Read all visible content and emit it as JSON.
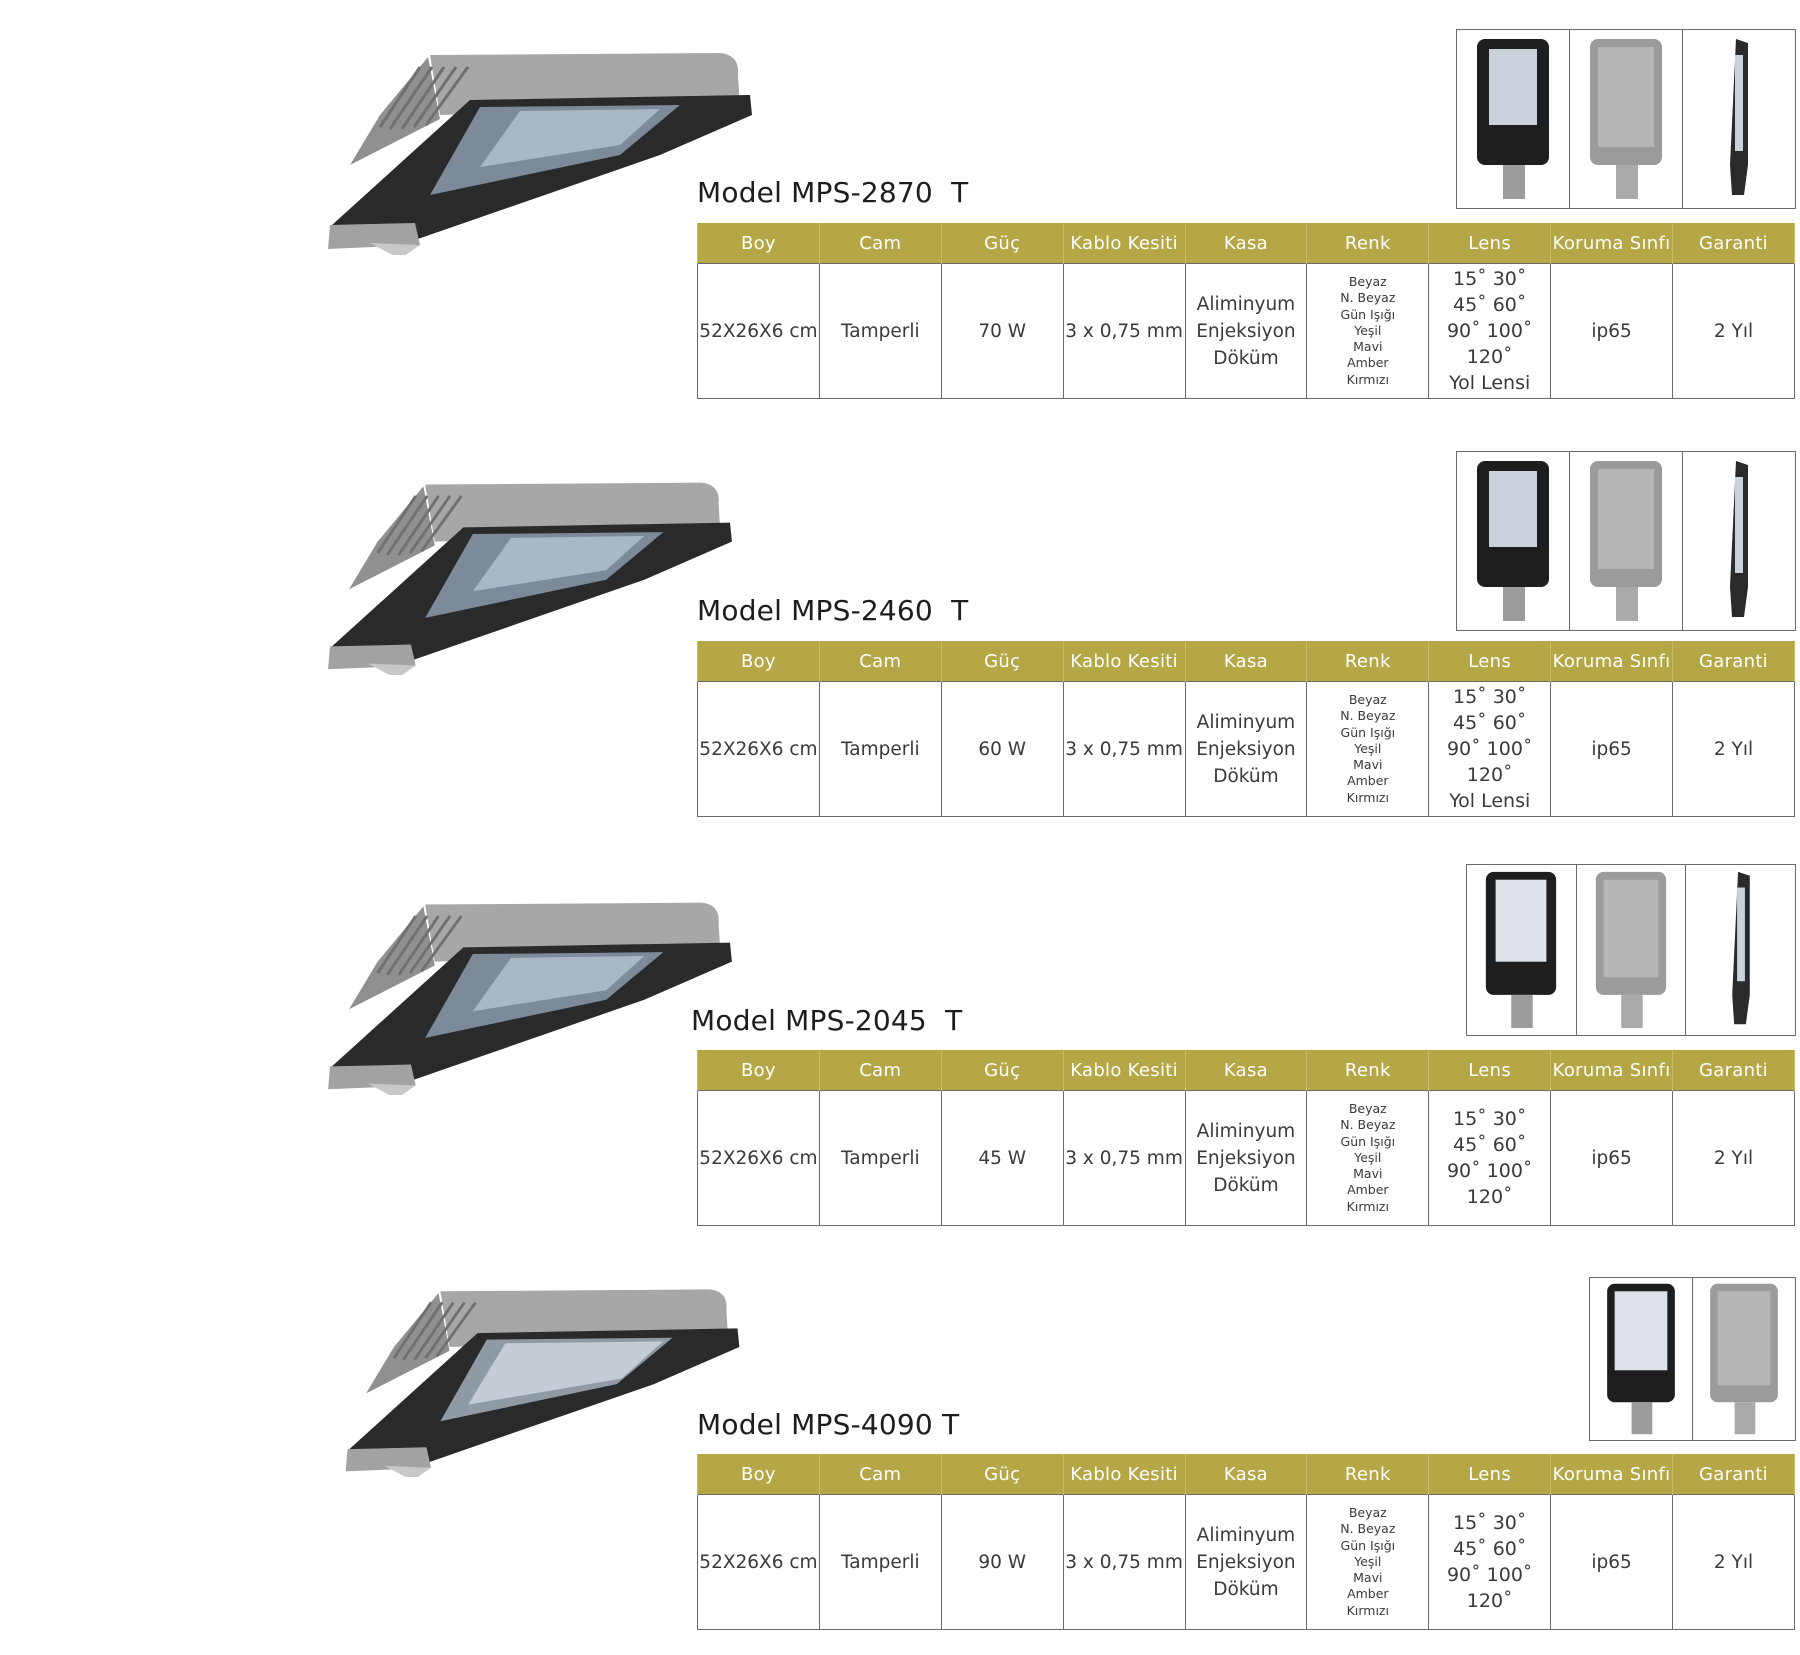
{
  "headers": [
    "Boy",
    "Cam",
    "Güç",
    "Kablo Kesiti",
    "Kasa",
    "Renk",
    "Lens",
    "Koruma Sınfı",
    "Garanti"
  ],
  "products": [
    {
      "title": "Model MPS-2870  T",
      "boy": "52X26X6 cm",
      "cam": "Tamperli",
      "guc": "70 W",
      "kablo": "3 x 0,75 mm",
      "kasa": [
        "Aliminyum",
        "Enjeksiyon",
        "Döküm"
      ],
      "renk": [
        "Beyaz",
        "N. Beyaz",
        "Gün Işığı",
        "Yeşil",
        "Mavi",
        "Amber",
        "Kırmızı"
      ],
      "lens": [
        "15˚ 30˚",
        "45˚  60˚",
        "90˚  100˚",
        "120˚",
        "Yol Lensi"
      ],
      "koruma": "ip65",
      "garanti": "2 Yıl"
    },
    {
      "title": "Model MPS-2460  T",
      "boy": "52X26X6 cm",
      "cam": "Tamperli",
      "guc": "60 W",
      "kablo": "3 x 0,75 mm",
      "kasa": [
        "Aliminyum",
        "Enjeksiyon",
        "Döküm"
      ],
      "renk": [
        "Beyaz",
        "N. Beyaz",
        "Gün Işığı",
        "Yeşil",
        "Mavi",
        "Amber",
        "Kırmızı"
      ],
      "lens": [
        "15˚ 30˚",
        "45˚  60˚",
        "90˚  100˚",
        "120˚",
        "Yol Lensi"
      ],
      "koruma": "ip65",
      "garanti": "2 Yıl"
    },
    {
      "title": "Model MPS-2045  T",
      "boy": "52X26X6 cm",
      "cam": "Tamperli",
      "guc": "45 W",
      "kablo": "3 x 0,75 mm",
      "kasa": [
        "Aliminyum",
        "Enjeksiyon",
        "Döküm"
      ],
      "renk": [
        "Beyaz",
        "N. Beyaz",
        "Gün Işığı",
        "Yeşil",
        "Mavi",
        "Amber",
        "Kırmızı"
      ],
      "lens": [
        "15˚ 30˚",
        "45˚  60˚",
        "90˚  100˚",
        "120˚"
      ],
      "koruma": "ip65",
      "garanti": "2 Yıl"
    },
    {
      "title": "Model MPS-4090 T",
      "boy": "52X26X6 cm",
      "cam": "Tamperli",
      "guc": "90 W",
      "kablo": "3 x 0,75 mm",
      "kasa": [
        "Aliminyum",
        "Enjeksiyon",
        "Döküm"
      ],
      "renk": [
        "Beyaz",
        "N. Beyaz",
        "Gün Işığı",
        "Yeşil",
        "Mavi",
        "Amber",
        "Kırmızı"
      ],
      "lens": [
        "15˚ 30˚",
        "45˚  60˚",
        "90˚  100˚",
        "120˚"
      ],
      "koruma": "ip65",
      "garanti": "2 Yıl"
    }
  ],
  "thumbnail_views": [
    "front-view",
    "back-view",
    "side-view"
  ],
  "colors": {
    "header_bg": "#b5a745",
    "header_text": "#ffffff",
    "border": "#6a6a6a",
    "housing": "#a7a9ab",
    "panel": "#1c1c1c"
  }
}
